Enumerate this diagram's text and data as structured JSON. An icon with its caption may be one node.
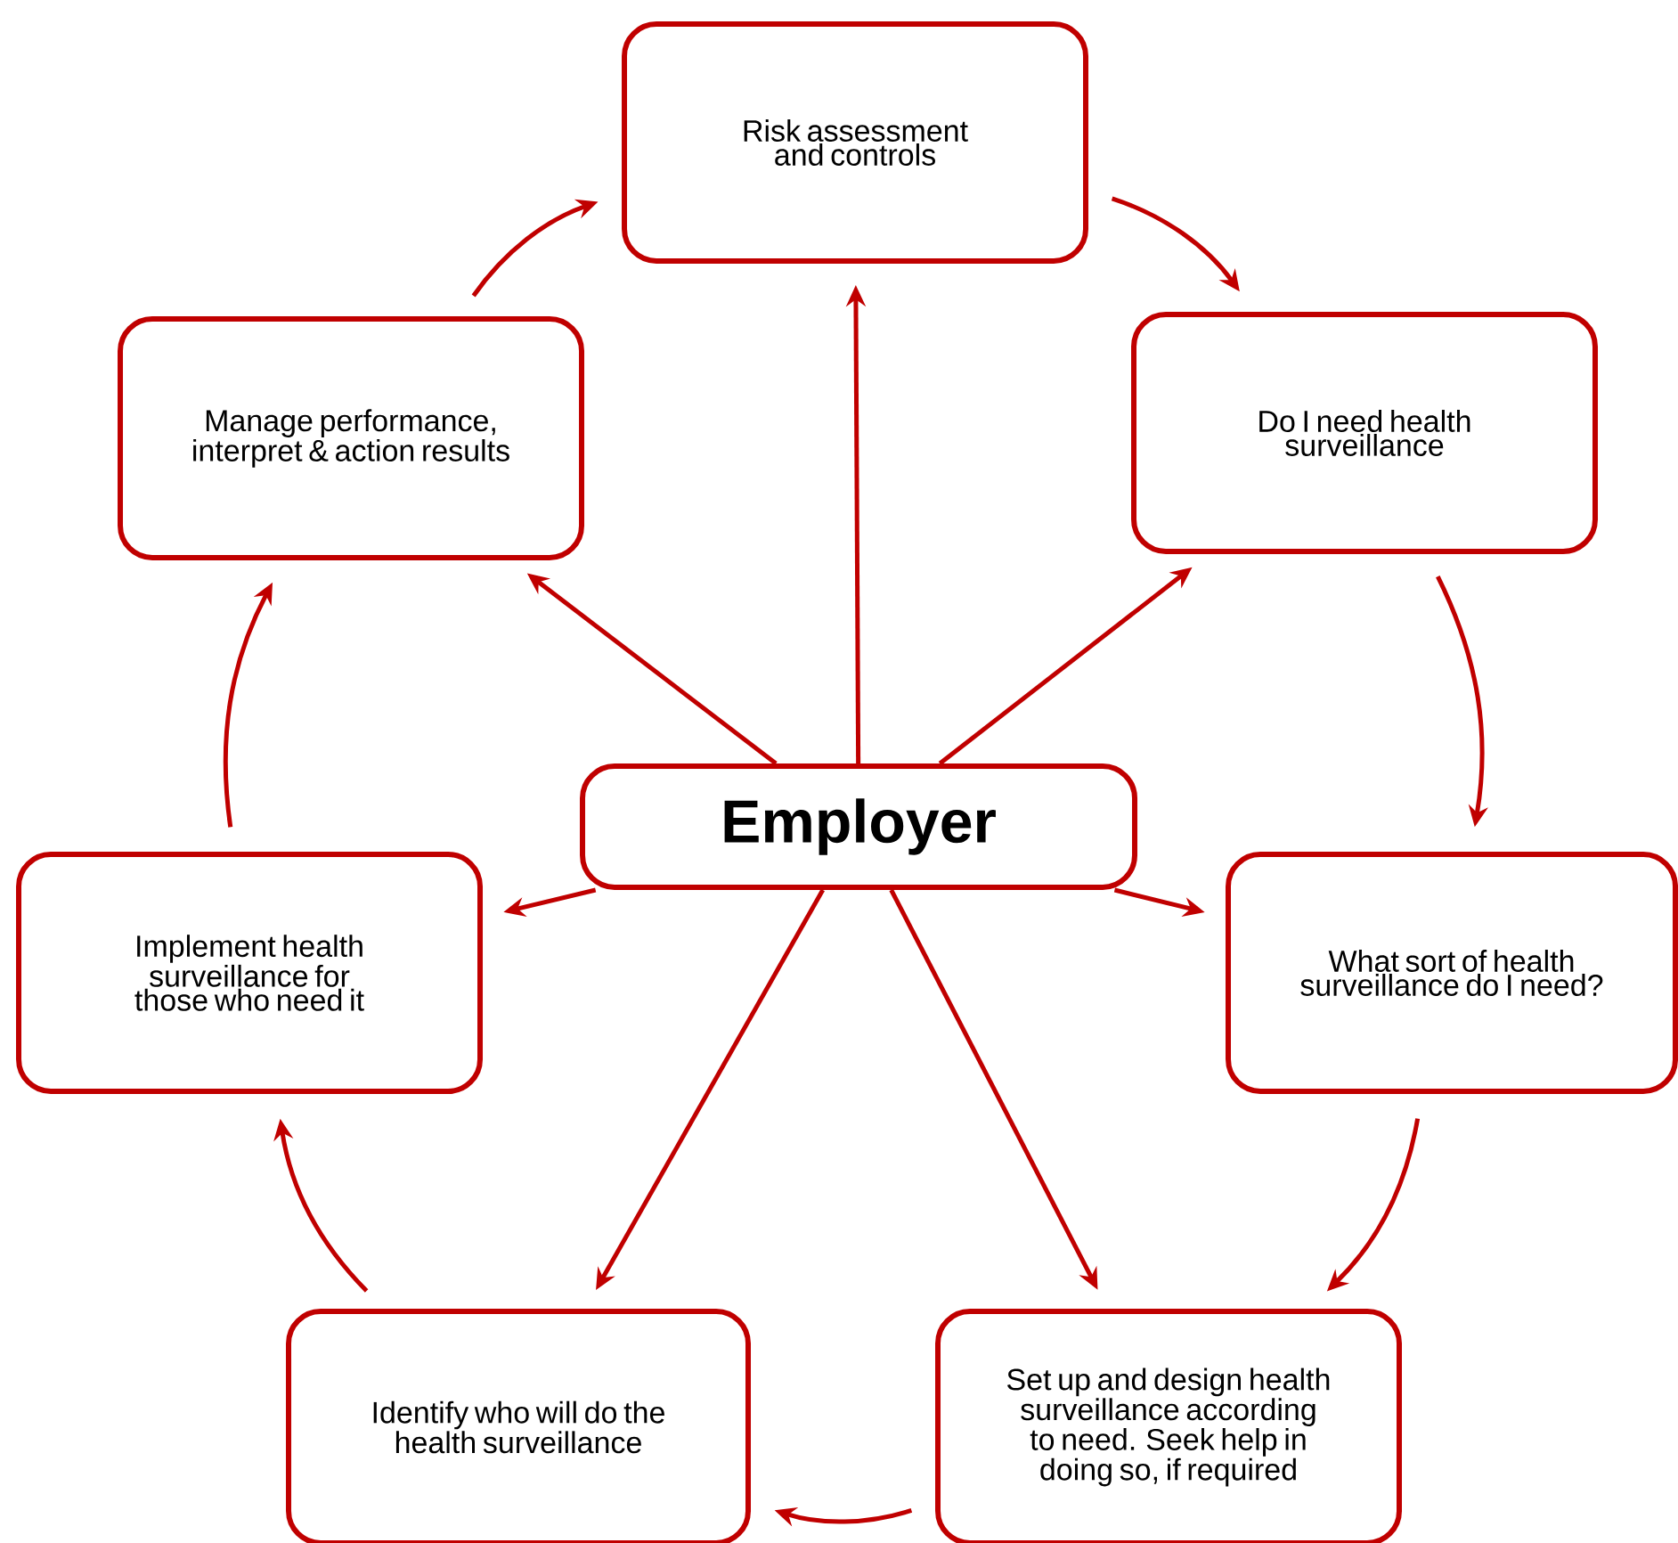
{
  "diagram": {
    "nodes": [
      {
        "text": [
          "Employer"
        ]
      },
      {
        "text": [
          "Risk assessment and controls"
        ]
      },
      {
        "text": [
          "Do I need health surveillance"
        ]
      },
      {
        "text": [
          "What sort of health surveillance do I need?"
        ]
      },
      {
        "text": [
          "Set up and design health surveillance according to need. Seek help in doing so, if required"
        ]
      },
      {
        "text": [
          "Identify who will do the health surveillance"
        ]
      },
      {
        "text": [
          "Implement health surveillance for those who need it"
        ]
      },
      {
        "text": [
          "Manage performance, interpret & action results"
        ]
      }
    ],
    "edges": [
      {
        "from": 0,
        "to": 1,
        "arrow": "to"
      },
      {
        "from": 0,
        "to": 2,
        "arrow": "to"
      },
      {
        "from": 0,
        "to": 3,
        "arrow": "to"
      },
      {
        "from": 0,
        "to": 4,
        "arrow": "to"
      },
      {
        "from": 0,
        "to": 5,
        "arrow": "to"
      },
      {
        "from": 0,
        "to": 6,
        "arrow": "to"
      },
      {
        "from": 0,
        "to": 7,
        "arrow": "to"
      },
      {
        "from": 1,
        "to": 2,
        "arrow": "to"
      },
      {
        "from": 2,
        "to": 3,
        "arrow": "to"
      },
      {
        "from": 3,
        "to": 4,
        "arrow": "to"
      },
      {
        "from": 4,
        "to": 5,
        "arrow": "to"
      },
      {
        "from": 5,
        "to": 6,
        "arrow": "to"
      },
      {
        "from": 6,
        "to": 7,
        "arrow": "to"
      },
      {
        "from": 7,
        "to": 1,
        "arrow": "to"
      }
    ]
  }
}
